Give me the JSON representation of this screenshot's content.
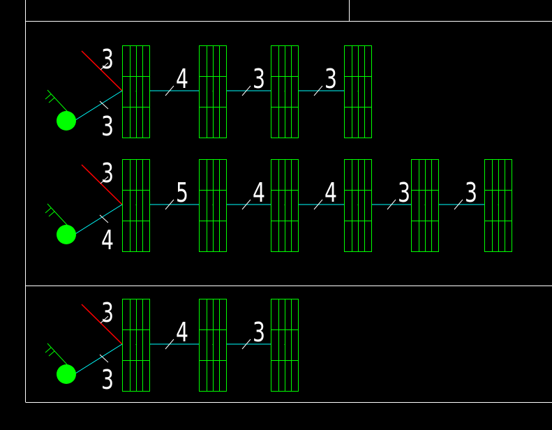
{
  "colors": {
    "background": "#000000",
    "border": "#ffffff",
    "pipe": "#00ffff",
    "vent": "#ff0000",
    "radiator": "#00ff00",
    "valve": "#00ff00",
    "label": "#ffffff"
  },
  "rows": [
    {
      "top_label": "3",
      "bottom_label": "3",
      "segment_labels": [
        "4",
        "3",
        "3"
      ]
    },
    {
      "top_label": "3",
      "bottom_label": "4",
      "segment_labels": [
        "5",
        "4",
        "4",
        "3",
        "3"
      ]
    },
    {
      "top_label": "3",
      "bottom_label": "3",
      "segment_labels": [
        "4",
        "3"
      ]
    }
  ]
}
